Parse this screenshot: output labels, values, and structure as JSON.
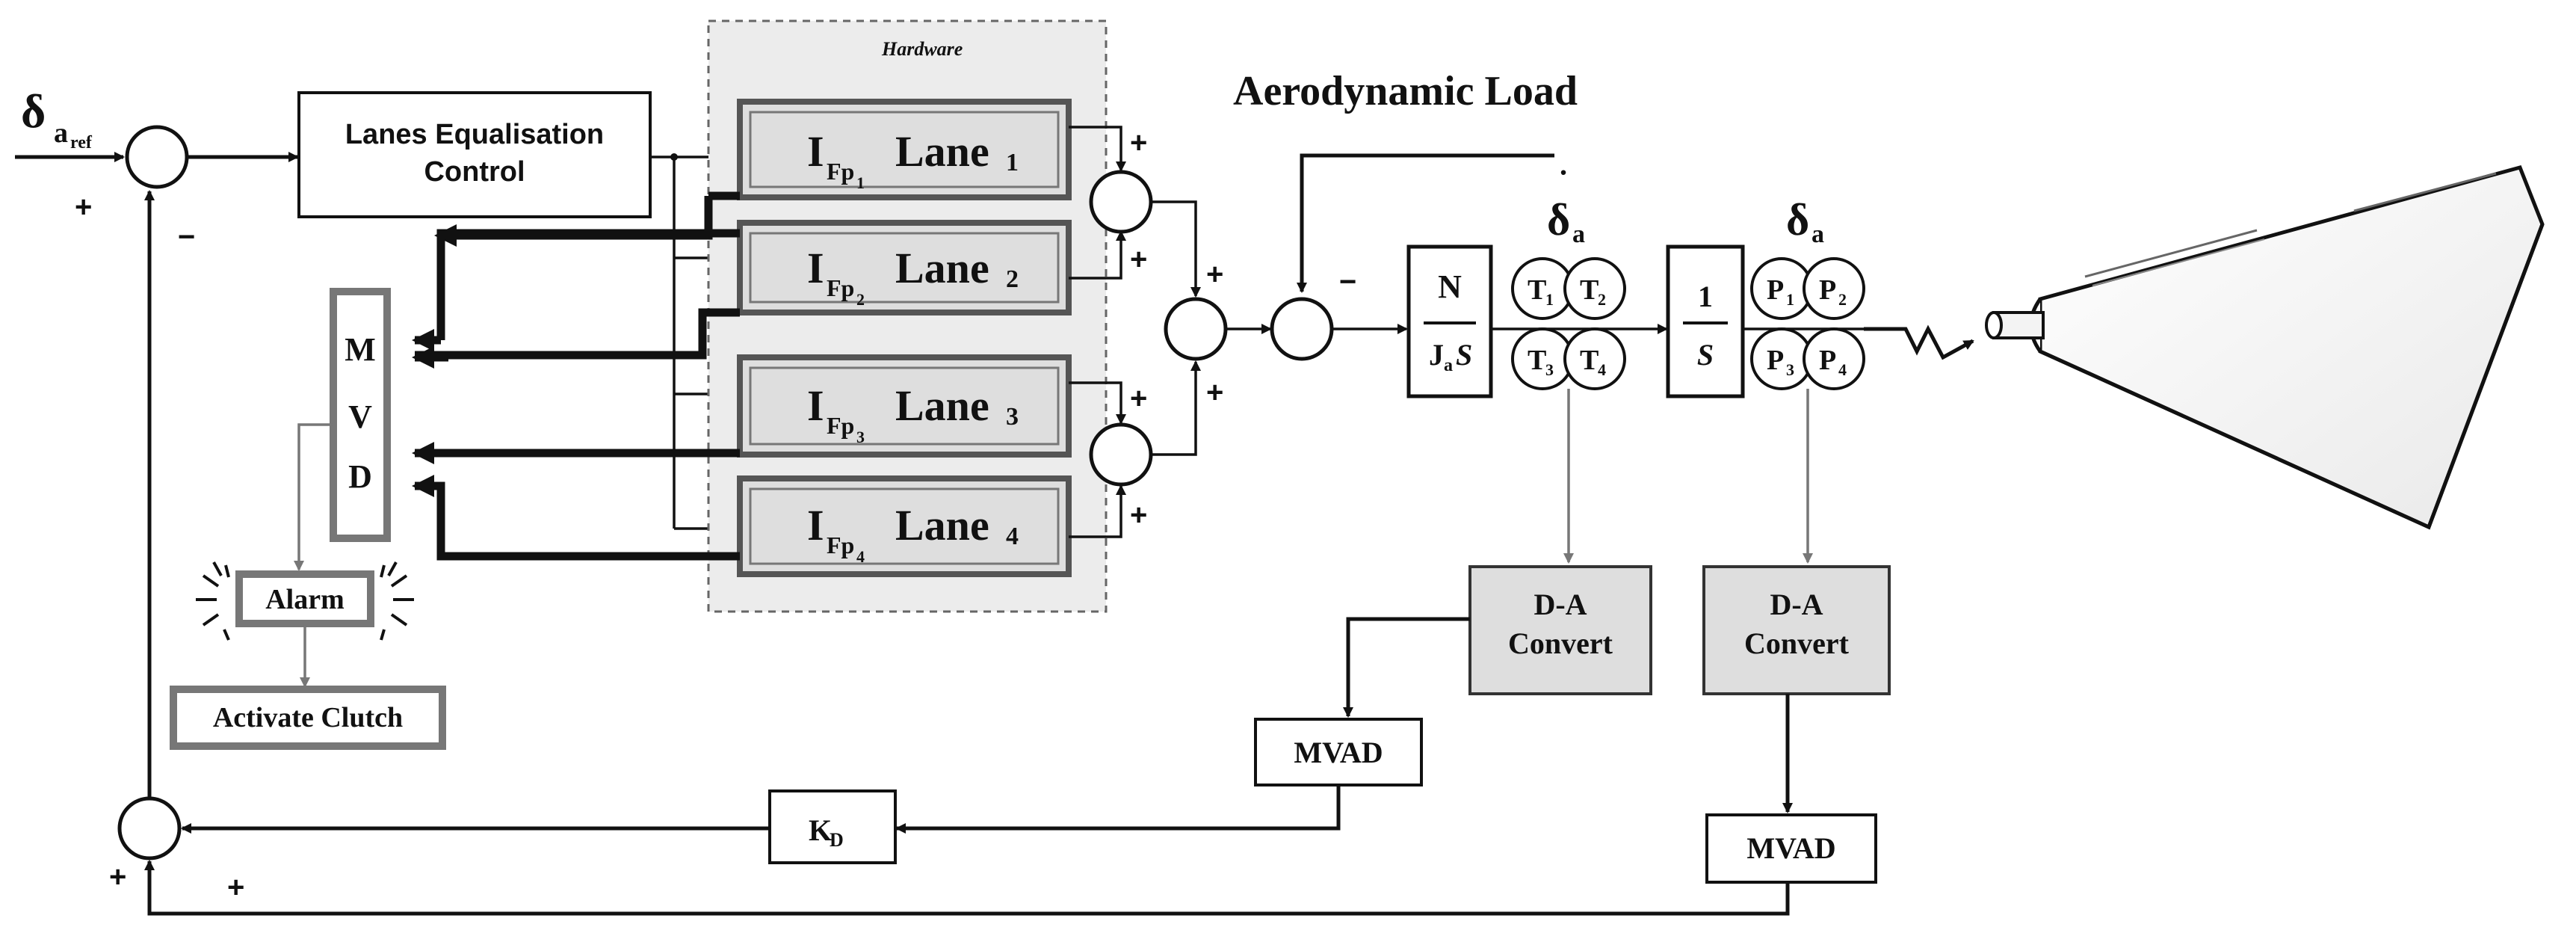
{
  "reference_input": {
    "symbol": "δ",
    "sub": "a",
    "subsub": "ref"
  },
  "lanes_equalisation": {
    "line1": "Lanes Equalisation",
    "line2": "Control"
  },
  "hardware_label": "Hardware",
  "lanes": [
    {
      "current": "I",
      "current_sub": "Fp",
      "current_subsub": "1",
      "name": "Lane",
      "index": "1"
    },
    {
      "current": "I",
      "current_sub": "Fp",
      "current_subsub": "2",
      "name": "Lane",
      "index": "2"
    },
    {
      "current": "I",
      "current_sub": "Fp",
      "current_subsub": "3",
      "name": "Lane",
      "index": "3"
    },
    {
      "current": "I",
      "current_sub": "Fp",
      "current_subsub": "4",
      "name": "Lane",
      "index": "4"
    }
  ],
  "mvd_letters": [
    "M",
    "V",
    "D"
  ],
  "alarm_label": "Alarm",
  "activate_clutch_label": "Activate Clutch",
  "aerodynamic_load_label": "Aerodynamic Load",
  "plant": {
    "num": "N",
    "den": "J",
    "den_sub": "a",
    "den_s": "S"
  },
  "integrator": {
    "num": "1",
    "den": "S"
  },
  "rate_signal": {
    "symbol": "δ",
    "sub": "a",
    "dot": "·"
  },
  "position_signal": {
    "symbol": "δ",
    "sub": "a"
  },
  "rate_sensors": [
    {
      "letter": "T",
      "index": "1"
    },
    {
      "letter": "T",
      "index": "2"
    },
    {
      "letter": "T",
      "index": "3"
    },
    {
      "letter": "T",
      "index": "4"
    }
  ],
  "position_sensors": [
    {
      "letter": "P",
      "index": "1"
    },
    {
      "letter": "P",
      "index": "2"
    },
    {
      "letter": "P",
      "index": "3"
    },
    {
      "letter": "P",
      "index": "4"
    }
  ],
  "da_convert": {
    "line1": "D-A",
    "line2": "Convert"
  },
  "mvad_label": "MVAD",
  "kd": {
    "letter": "K",
    "sub": "D"
  },
  "signs": {
    "plus": "+",
    "minus": "−"
  }
}
